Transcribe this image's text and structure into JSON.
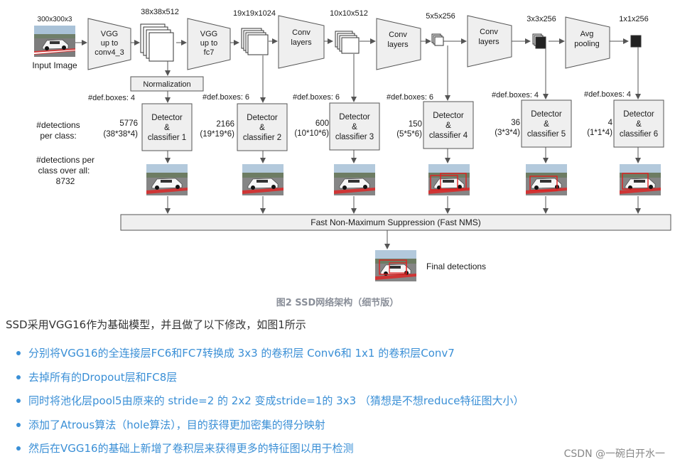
{
  "diagram": {
    "input": {
      "size_label": "300x300x3",
      "label": "Input Image"
    },
    "blocks": [
      {
        "text": [
          "VGG",
          "up to",
          "conv4_3"
        ]
      },
      {
        "text": [
          "VGG",
          "up to",
          "fc7"
        ]
      },
      {
        "text": [
          "Conv",
          "layers"
        ]
      },
      {
        "text": [
          "Conv",
          "layers"
        ]
      },
      {
        "text": [
          "Conv",
          "layers"
        ]
      },
      {
        "text": [
          "Avg",
          "pooling"
        ]
      }
    ],
    "feature_maps": [
      "38x38x512",
      "19x19x1024",
      "10x10x512",
      "5x5x256",
      "3x3x256",
      "1x1x256"
    ],
    "normalization_label": "Normalization",
    "def_boxes": [
      "#def.boxes: 4",
      "#def.boxes: 6",
      "#def.boxes: 6",
      "#def.boxes: 6",
      "#def.boxes: 4",
      "#def.boxes: 4"
    ],
    "detectors": [
      [
        "Detector",
        "&",
        "classifier 1"
      ],
      [
        "Detector",
        "&",
        "classifier 2"
      ],
      [
        "Detector",
        "&",
        "classifier 3"
      ],
      [
        "Detector",
        "&",
        "classifier 4"
      ],
      [
        "Detector",
        "&",
        "classifier 5"
      ],
      [
        "Detector",
        "&",
        "classifier 6"
      ]
    ],
    "detection_counts": [
      {
        "count": "5776",
        "formula": "(38*38*4)"
      },
      {
        "count": "2166",
        "formula": "(19*19*6)"
      },
      {
        "count": "600",
        "formula": "(10*10*6)"
      },
      {
        "count": "150",
        "formula": "(5*5*6)"
      },
      {
        "count": "36",
        "formula": "(3*3*4)"
      },
      {
        "count": "4",
        "formula": "(1*1*4)"
      }
    ],
    "left_labels": {
      "per_class": [
        "#detections",
        "per class:"
      ],
      "overall": [
        "#detections per",
        "class over all:",
        "8732"
      ]
    },
    "nms_label": "Fast Non-Maximum  Suppression (Fast NMS)",
    "final_label": "Final detections"
  },
  "caption": "图2 SSD网络架构（细节版）",
  "paragraph": "SSD采用VGG16作为基础模型，并且做了以下修改，如图1所示",
  "bullets": [
    "分别将VGG16的全连接层FC6和FC7转换成 3x3 的卷积层 Conv6和 1x1 的卷积层Conv7",
    "去掉所有的Dropout层和FC8层",
    "同时将池化层pool5由原来的 stride=2 的 2x2 变成stride=1的 3x3 （猜想是不想reduce特征图大小）",
    "添加了Atrous算法（hole算法），目的获得更加密集的得分映射",
    "然后在VGG16的基础上新增了卷积层来获得更多的特征图以用于检测"
  ],
  "watermark": "CSDN @一碗白开水一",
  "colors": {
    "bullet_text": "#3a8fd6",
    "caption": "#8a8f99",
    "box_fill": "#efefef",
    "detection_box": "#e02020"
  }
}
